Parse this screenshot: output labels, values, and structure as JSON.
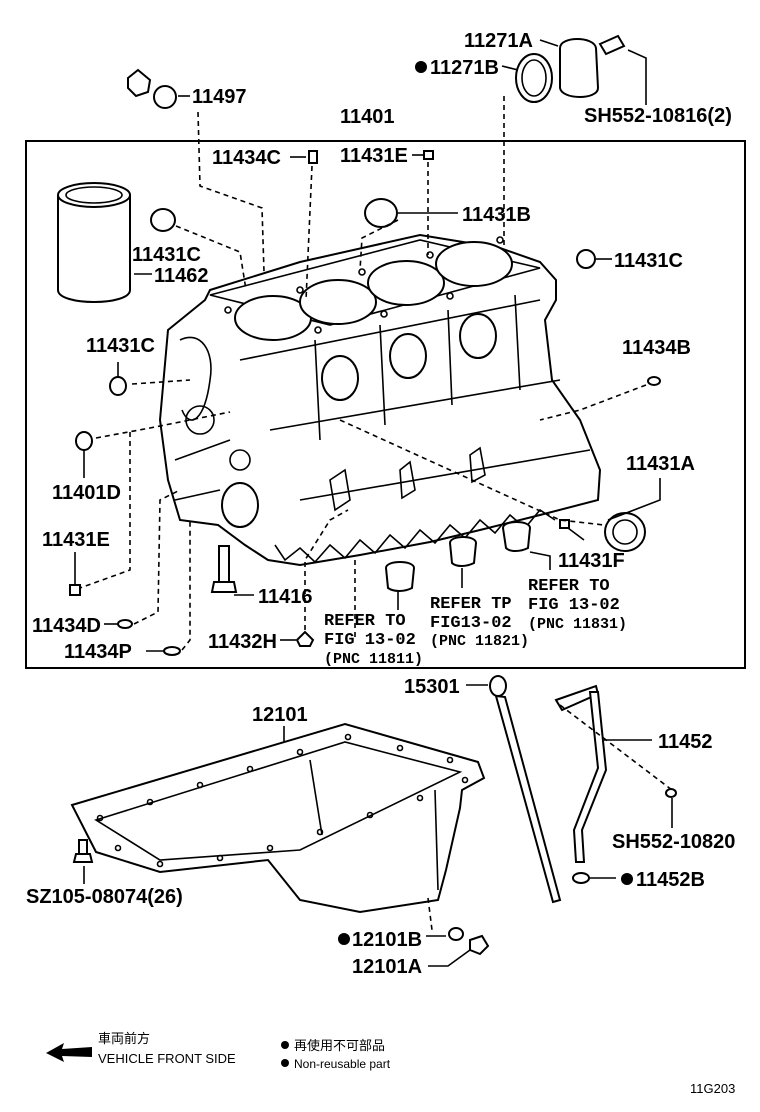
{
  "labels": {
    "p11271A": "11271A",
    "p11271B": "11271B",
    "sh552_10816": "SH552-10816(2)",
    "p11497": "11497",
    "p11401": "11401",
    "p11434C": "11434C",
    "p11431E_top": "11431E",
    "p11431B": "11431B",
    "p11431C_left": "11431C",
    "p11462": "11462",
    "p11431C_right": "11431C",
    "p11431C_mid": "11431C",
    "p11434B": "11434B",
    "p11431A": "11431A",
    "p11401D": "11401D",
    "p11431E_low": "11431E",
    "p11416": "11416",
    "p11431F": "11431F",
    "p11434D": "11434D",
    "p11434P": "11434P",
    "p11432H": "11432H",
    "p15301": "15301",
    "p12101": "12101",
    "p11452": "11452",
    "sh552_10820": "SH552-10820",
    "p11452B": "11452B",
    "sz105": "SZ105-08074(26)",
    "p12101B": "12101B",
    "p12101A": "12101A"
  },
  "references": {
    "ref1_line1": "REFER TO",
    "ref1_line2": "FIG 13-02",
    "ref1_line3": "(PNC 11811)",
    "ref2_line1": "REFER TP",
    "ref2_line2": "FIG13-02",
    "ref2_line3": "(PNC 11821)",
    "ref3_line1": "REFER TO",
    "ref3_line2": "FIG 13-02",
    "ref3_line3": "(PNC 11831)"
  },
  "legend": {
    "front_jp": "車両前方",
    "front_en": "VEHICLE FRONT SIDE",
    "nonreuse_jp": "再使用不可部品",
    "nonreuse_en": "Non-reusable part"
  },
  "figure_code": "11G203"
}
